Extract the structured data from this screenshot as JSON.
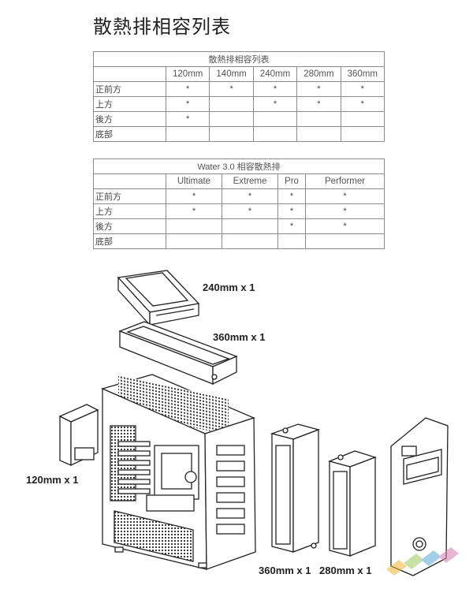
{
  "page_title": "散熱排相容列表",
  "table1": {
    "caption": "散熱排相容列表",
    "columns": [
      "120mm",
      "140mm",
      "240mm",
      "280mm",
      "360mm"
    ],
    "rows": [
      {
        "label": "正前方",
        "marks": [
          "*",
          "*",
          "*",
          "*",
          "*"
        ]
      },
      {
        "label": "上方",
        "marks": [
          "*",
          "",
          "*",
          "*",
          "*"
        ]
      },
      {
        "label": "後方",
        "marks": [
          "*",
          "",
          "",
          "",
          ""
        ]
      },
      {
        "label": "底部",
        "marks": [
          "",
          "",
          "",
          "",
          ""
        ]
      }
    ]
  },
  "table2": {
    "caption": "Water 3.0 相容散熱排",
    "columns": [
      "Ultimate",
      "Extreme",
      "Pro",
      "Performer"
    ],
    "rows": [
      {
        "label": "正前方",
        "marks": [
          "*",
          "*",
          "*",
          "*"
        ]
      },
      {
        "label": "上方",
        "marks": [
          "*",
          "*",
          "*",
          "*"
        ]
      },
      {
        "label": "後方",
        "marks": [
          "",
          "",
          "*",
          "*"
        ]
      },
      {
        "label": "底部",
        "marks": [
          "",
          "",
          "",
          ""
        ]
      }
    ]
  },
  "diagram_labels": {
    "top_240": "240mm x 1",
    "top_360": "360mm x 1",
    "rear_120": "120mm x 1",
    "front_360": "360mm x 1",
    "front_280": "280mm x 1"
  }
}
